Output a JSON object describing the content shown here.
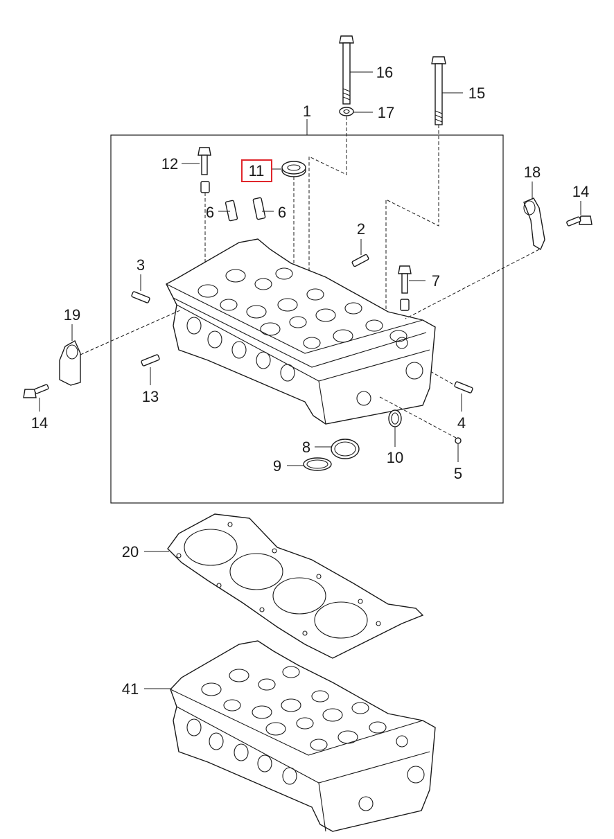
{
  "diagram": {
    "highlight_color": "#e0262b",
    "highlighted_callout": "11",
    "callouts": [
      {
        "id": "c1",
        "text": "1"
      },
      {
        "id": "c2",
        "text": "2"
      },
      {
        "id": "c3",
        "text": "3"
      },
      {
        "id": "c4",
        "text": "4"
      },
      {
        "id": "c5",
        "text": "5"
      },
      {
        "id": "c6a",
        "text": "6"
      },
      {
        "id": "c6b",
        "text": "6"
      },
      {
        "id": "c7",
        "text": "7"
      },
      {
        "id": "c8",
        "text": "8"
      },
      {
        "id": "c9",
        "text": "9"
      },
      {
        "id": "c10",
        "text": "10"
      },
      {
        "id": "c11",
        "text": "11"
      },
      {
        "id": "c12",
        "text": "12"
      },
      {
        "id": "c13",
        "text": "13"
      },
      {
        "id": "c14a",
        "text": "14"
      },
      {
        "id": "c14b",
        "text": "14"
      },
      {
        "id": "c15",
        "text": "15"
      },
      {
        "id": "c16",
        "text": "16"
      },
      {
        "id": "c17",
        "text": "17"
      },
      {
        "id": "c18",
        "text": "18"
      },
      {
        "id": "c19",
        "text": "19"
      },
      {
        "id": "c20",
        "text": "20"
      },
      {
        "id": "c41",
        "text": "41"
      }
    ]
  }
}
